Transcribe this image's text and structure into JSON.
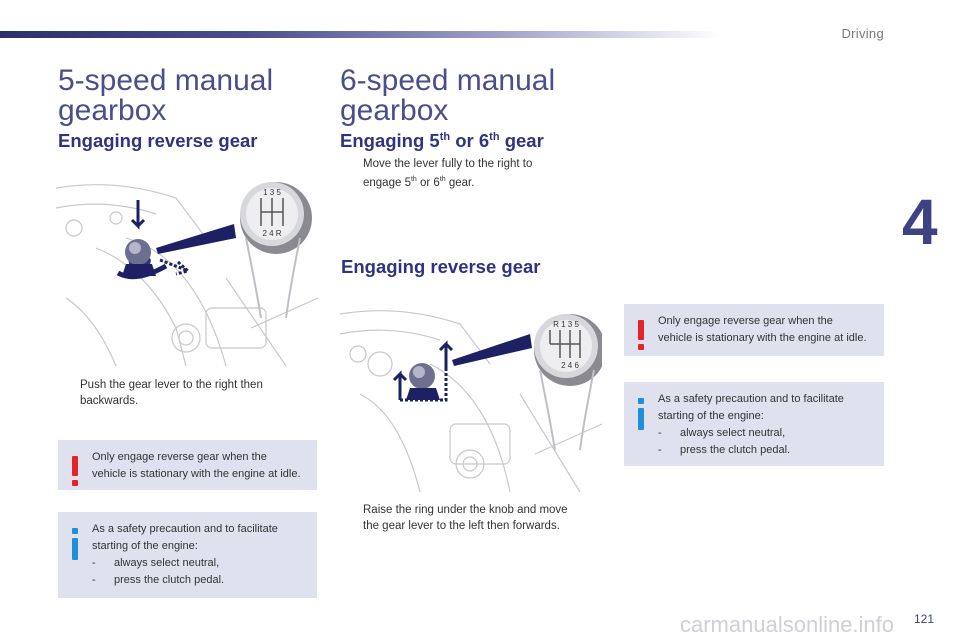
{
  "header": {
    "section": "Driving",
    "chapter_number": "4",
    "page_number": "121"
  },
  "left": {
    "title_line1": "5-speed manual",
    "title_line2": "gearbox",
    "subtitle": "Engaging reverse gear",
    "bullet_mark": "",
    "bullet_line1": "Push the gear lever to the right then",
    "bullet_line2": "backwards.",
    "warning": {
      "line1": "Only engage reverse gear when the",
      "line2": "vehicle is stationary with the engine at idle."
    },
    "info": {
      "line1": "As a safety precaution and to facilitate",
      "line2": "starting of the engine:",
      "line3": "-      always select neutral,",
      "line4": "-      press the clutch pedal."
    },
    "knob_top": "1 3 5",
    "knob_bottom": "2 4 R"
  },
  "right": {
    "title_line1": "6-speed manual",
    "title_line2": "gearbox",
    "subtitle_a": "Engaging 5",
    "subtitle_sup1": "th",
    "subtitle_b": " or 6",
    "subtitle_sup2": "th",
    "subtitle_c": " gear",
    "bullet1_line1": "Move the lever fully to the right to",
    "bullet1_line2a": "engage 5",
    "bullet1_sup1": "th",
    "bullet1_line2b": " or 6",
    "bullet1_sup2": "th",
    "bullet1_line2c": " gear.",
    "subtitle2": "Engaging reverse gear",
    "bullet2_line1": "Raise the ring under the knob and move",
    "bullet2_line2": "the gear lever to the left then forwards.",
    "warning": {
      "line1": "Only engage reverse gear when the",
      "line2": "vehicle is stationary with the engine at idle."
    },
    "info": {
      "line1": "As a safety precaution and to facilitate",
      "line2": "starting of the engine:",
      "line3": "-      always select neutral,",
      "line4": "-      press the clutch pedal."
    },
    "knob_top": "R 1 3 5",
    "knob_bottom": "2 4 6"
  },
  "watermark": "carmanualsonline.info",
  "colors": {
    "accent": "#3d4283",
    "note_bg": "#dfe1ee",
    "warning_red": "#e3242b",
    "info_blue": "#1e8fd8"
  }
}
